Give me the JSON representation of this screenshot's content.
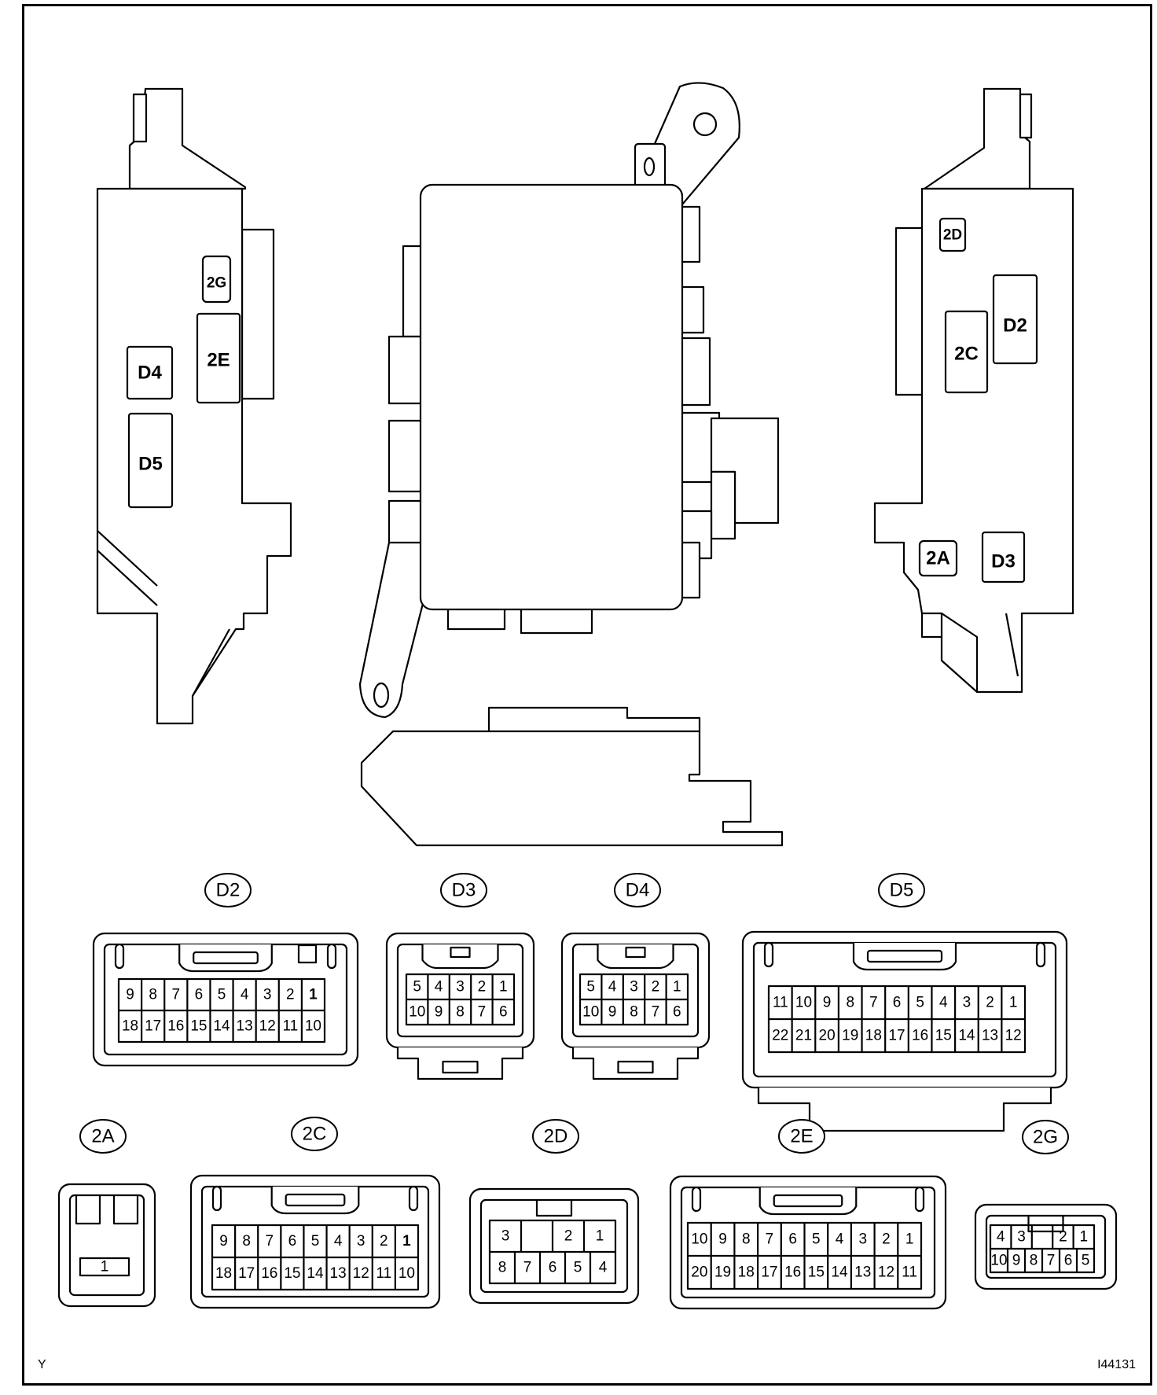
{
  "component_tags": {
    "left_view": [
      "2G",
      "2E",
      "D4",
      "D5"
    ],
    "right_view": [
      "2D",
      "D2",
      "2C",
      "2A",
      "D3"
    ]
  },
  "connectors": [
    {
      "id": "D2",
      "title": "D2",
      "rows": [
        [
          "9",
          "8",
          "7",
          "6",
          "5",
          "4",
          "3",
          "2",
          "1"
        ],
        [
          "18",
          "17",
          "16",
          "15",
          "14",
          "13",
          "12",
          "11",
          "10"
        ]
      ],
      "bold_pins": [
        "1"
      ]
    },
    {
      "id": "D3",
      "title": "D3",
      "rows": [
        [
          "5",
          "4",
          "3",
          "2",
          "1"
        ],
        [
          "10",
          "9",
          "8",
          "7",
          "6"
        ]
      ]
    },
    {
      "id": "D4",
      "title": "D4",
      "rows": [
        [
          "5",
          "4",
          "3",
          "2",
          "1"
        ],
        [
          "10",
          "9",
          "8",
          "7",
          "6"
        ]
      ]
    },
    {
      "id": "D5",
      "title": "D5",
      "rows": [
        [
          "11",
          "10",
          "9",
          "8",
          "7",
          "6",
          "5",
          "4",
          "3",
          "2",
          "1"
        ],
        [
          "22",
          "21",
          "20",
          "19",
          "18",
          "17",
          "16",
          "15",
          "14",
          "13",
          "12"
        ]
      ]
    },
    {
      "id": "2A",
      "title": "2A",
      "rows": [
        [
          "1"
        ]
      ]
    },
    {
      "id": "2C",
      "title": "2C",
      "rows": [
        [
          "9",
          "8",
          "7",
          "6",
          "5",
          "4",
          "3",
          "2",
          "1"
        ],
        [
          "18",
          "17",
          "16",
          "15",
          "14",
          "13",
          "12",
          "11",
          "10"
        ]
      ],
      "bold_pins": [
        "1"
      ]
    },
    {
      "id": "2D",
      "title": "2D",
      "rows": [
        [
          "3",
          "",
          "2",
          "1"
        ],
        [
          "8",
          "7",
          "6",
          "5",
          "4"
        ]
      ]
    },
    {
      "id": "2E",
      "title": "2E",
      "rows": [
        [
          "10",
          "9",
          "8",
          "7",
          "6",
          "5",
          "4",
          "3",
          "2",
          "1"
        ],
        [
          "20",
          "19",
          "18",
          "17",
          "16",
          "15",
          "14",
          "13",
          "12",
          "11"
        ]
      ]
    },
    {
      "id": "2G",
      "title": "2G",
      "rows": [
        [
          "4",
          "3",
          "",
          "2",
          "1"
        ],
        [
          "10",
          "9",
          "8",
          "7",
          "6",
          "5"
        ]
      ]
    }
  ],
  "footer": {
    "left_code": "Y",
    "figure_id": "I44131"
  }
}
